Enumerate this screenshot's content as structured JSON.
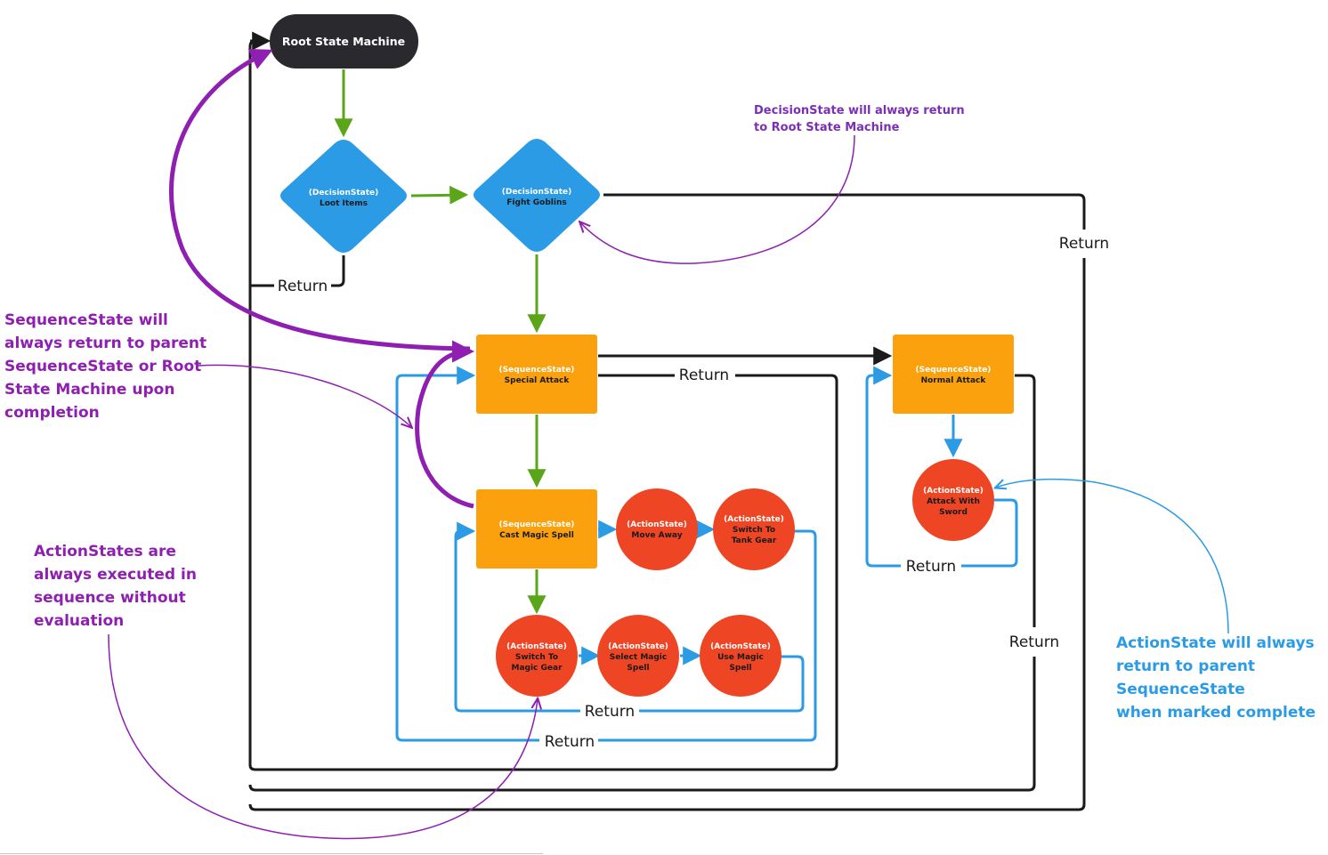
{
  "diagram": {
    "colors": {
      "decision": "#2b9be6",
      "sequence": "#fba10d",
      "action": "#ee4524",
      "root": "#2a2a2e",
      "flow": "#5aa518",
      "return_black": "#1a1a1a",
      "return_blue": "#2b9be6",
      "annotation_purple": "#8e1fb0",
      "annotation_blue": "#2b9be6"
    },
    "root": {
      "label": "Root State Machine"
    },
    "nodes": {
      "loot_items": {
        "type": "(DecisionState)",
        "label": "Loot Items"
      },
      "fight_goblins": {
        "type": "(DecisionState)",
        "label": "Fight Goblins"
      },
      "special_attack": {
        "type": "(SequenceState)",
        "label": "Special Attack"
      },
      "normal_attack": {
        "type": "(SequenceState)",
        "label": "Normal Attack"
      },
      "cast_magic_spell": {
        "type": "(SequenceState)",
        "label": "Cast Magic Spell"
      },
      "move_away": {
        "type": "(ActionState)",
        "label": "Move Away"
      },
      "switch_tank_gear": {
        "type": "(ActionState)",
        "label1": "Switch To",
        "label2": "Tank Gear"
      },
      "attack_with_sword": {
        "type": "(ActionState)",
        "label1": "Attack With",
        "label2": "Sword"
      },
      "switch_magic_gear": {
        "type": "(ActionState)",
        "label1": "Switch To",
        "label2": "Magic Gear"
      },
      "select_magic_spell": {
        "type": "(ActionState)",
        "label1": "Select Magic",
        "label2": "Spell"
      },
      "use_magic_spell": {
        "type": "(ActionState)",
        "label1": "Use Magic",
        "label2": "Spell"
      }
    },
    "return_labels": {
      "loot": "Return",
      "fight": "Return",
      "special": "Return",
      "cast": "Return",
      "special_inner": "Return",
      "normal_inner": "Return",
      "normal": "Return"
    }
  },
  "annotations": {
    "decision_note": "DecisionState will always return\nto Root State Machine",
    "sequence_note": "SequenceState will\nalways return to parent\nSequenceState or Root\nState Machine upon\ncompletion",
    "action_seq_note": "ActionStates are\nalways executed in\nsequence without\nevaluation",
    "action_return_note": "ActionState will always\nreturn to parent\nSequenceState\nwhen marked complete"
  }
}
